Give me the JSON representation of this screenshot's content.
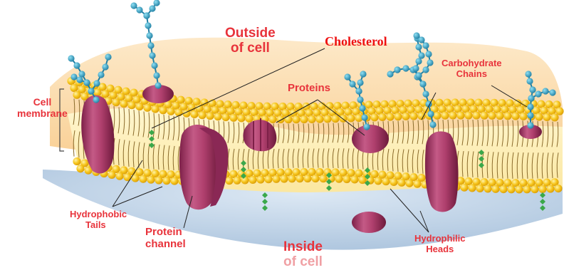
{
  "labels": {
    "outside_line1": "Outside",
    "outside_line2": "of cell",
    "cholesterol": "Cholesterol",
    "carbohydrate_line1": "Carbohydrate",
    "carbohydrate_line2": "Chains",
    "cell_membrane_line1": "Cell",
    "cell_membrane_line2": "membrane",
    "proteins": "Proteins",
    "hydrophobic_line1": "Hydrophobic",
    "hydrophobic_line2": "Tails",
    "protein_channel_line1": "Protein",
    "protein_channel_line2": "channel",
    "inside_line1": "Inside",
    "inside_line2": "of cell",
    "hydrophilic_line1": "Hydrophilic",
    "hydrophilic_line2": "Heads"
  },
  "colors": {
    "label_red": "#e8333b",
    "cholesterol_red": "#ee1111",
    "phospholipid_head": "#f5c21b",
    "protein": "#b0406e",
    "carbohydrate": "#2a9fc0",
    "cholesterol_green": "#3aa84a",
    "outside_background": "#fde2b8",
    "inside_background": "#b8cfe6"
  }
}
